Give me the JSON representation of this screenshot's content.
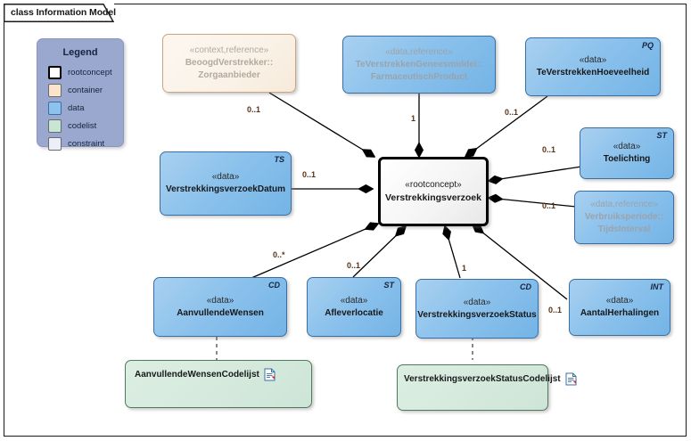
{
  "diagram": {
    "title": "class Information Model",
    "canvas_bg": "#ffffff",
    "frame_color": "#1b1b1b"
  },
  "legend": {
    "title": "Legend",
    "items": [
      {
        "label": "rootconcept",
        "color": "#ffffff"
      },
      {
        "label": "container",
        "color": "#fae4cc"
      },
      {
        "label": "data",
        "color": "#8cc2ec"
      },
      {
        "label": "codelist",
        "color": "#c8e6d3"
      },
      {
        "label": "constraint",
        "color": "#eceefa"
      }
    ]
  },
  "classes": [
    {
      "id": "beoogdverstrekker",
      "stereotype": "«context,reference»",
      "name_line1": "BeoogdVerstrekker::",
      "name_line2": "Zorgaanbieder",
      "corner": "",
      "kind": "container",
      "faded": true
    },
    {
      "id": "teverstrekkengeneesmiddel",
      "stereotype": "«data,reference»",
      "name_line1": "TeVerstrekkenGeneesmiddel::",
      "name_line2": "FarmaceutischProduct",
      "corner": "",
      "kind": "data",
      "faded": true
    },
    {
      "id": "teverstrekkenhoeveelheid",
      "stereotype": "«data»",
      "name_line1": "TeVerstrekkenHoeveelheid",
      "name_line2": "",
      "corner": "PQ",
      "kind": "data",
      "faded": false
    },
    {
      "id": "toelichting",
      "stereotype": "«data»",
      "name_line1": "Toelichting",
      "name_line2": "",
      "corner": "ST",
      "kind": "data",
      "faded": false
    },
    {
      "id": "verbruiksperiode",
      "stereotype": "«data,reference»",
      "name_line1": "Verbruiksperiode::",
      "name_line2": "TijdsInterval",
      "corner": "",
      "kind": "data",
      "faded": true
    },
    {
      "id": "verstrekkingsverzoekdatum",
      "stereotype": "«data»",
      "name_line1": "VerstrekkingsverzoekDatum",
      "name_line2": "",
      "corner": "TS",
      "kind": "data",
      "faded": false
    },
    {
      "id": "verstrekkingsverzoek",
      "stereotype": "«rootconcept»",
      "name_line1": "Verstrekkingsverzoek",
      "name_line2": "",
      "corner": "",
      "kind": "rootconcept",
      "faded": false
    },
    {
      "id": "aanvullendewensen",
      "stereotype": "«data»",
      "name_line1": "AanvullendeWensen",
      "name_line2": "",
      "corner": "CD",
      "kind": "data",
      "faded": false
    },
    {
      "id": "afleverlocatie",
      "stereotype": "«data»",
      "name_line1": "Afleverlocatie",
      "name_line2": "",
      "corner": "ST",
      "kind": "data",
      "faded": false
    },
    {
      "id": "verstrekkingsverzoekstatus",
      "stereotype": "«data»",
      "name_line1": "VerstrekkingsverzoekStatus",
      "name_line2": "",
      "corner": "CD",
      "kind": "data",
      "faded": false
    },
    {
      "id": "aantalherhalingen",
      "stereotype": "«data»",
      "name_line1": "AantalHerhalingen",
      "name_line2": "",
      "corner": "INT",
      "kind": "data",
      "faded": false
    }
  ],
  "codelists": [
    {
      "id": "aanvullendewensencodelijst",
      "name": "AanvullendeWensenCodelijst"
    },
    {
      "id": "verstrekkingsverzoekstatuscodelijst",
      "name": "VerstrekkingsverzoekStatusCodelijst"
    }
  ],
  "multiplicities": [
    {
      "id": "m-beoogdverstrekker",
      "value": "0..1"
    },
    {
      "id": "m-geneesmiddel",
      "value": "1"
    },
    {
      "id": "m-hoeveelheid",
      "value": "0..1"
    },
    {
      "id": "m-toelichting",
      "value": "0..1"
    },
    {
      "id": "m-verbruiksperiode",
      "value": "0..1"
    },
    {
      "id": "m-datum",
      "value": "0..1"
    },
    {
      "id": "m-aanvullendewensen",
      "value": "0..*"
    },
    {
      "id": "m-afleverlocatie",
      "value": "0..1"
    },
    {
      "id": "m-status",
      "value": "1"
    },
    {
      "id": "m-aantalherhalingen",
      "value": "0..1"
    }
  ],
  "colors": {
    "data_fill": "#8cc2ec",
    "data_border": "#3a6fa5",
    "container_fill": "#faf2e8",
    "container_border": "#c8a87e",
    "codelist_fill": "#d4e9dc",
    "codelist_border": "#4f7a5e",
    "legend_bg": "#9aa8cf",
    "multiplicity_text": "#5a3217",
    "connector": "#000000"
  }
}
